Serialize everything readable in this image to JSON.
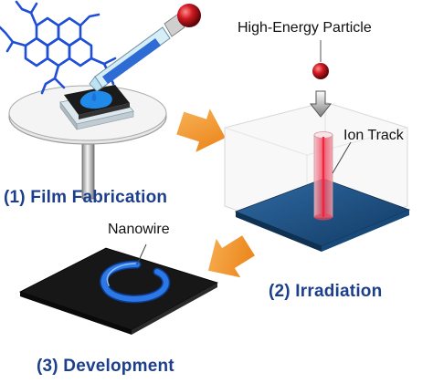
{
  "labels": {
    "step1": "(1) Film Fabrication",
    "step2": "(2) Irradiation",
    "step3": "(3) Development",
    "particle": "High-Energy Particle",
    "ion_track": "Ion Track",
    "nanowire": "Nanowire"
  },
  "colors": {
    "step_label": "#1c3f8c",
    "process_arrow": "#f39325",
    "film_blue": "#1b4f82",
    "nanowire": "#1f63d4",
    "ion_track": "#e8465a",
    "particle": "#c2121c",
    "molecule": "#1f4fd6"
  },
  "icons": {
    "molecule": "molecule-structure-icon",
    "dropper": "pipette-icon",
    "spin_coater": "spin-coater-icon",
    "particle": "particle-sphere-icon"
  }
}
